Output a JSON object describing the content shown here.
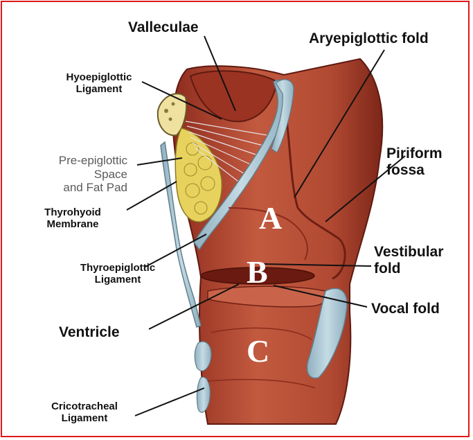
{
  "labels": {
    "valleculae": "Valleculae",
    "aryepiglottic_fold": "Aryepiglottic fold",
    "hyoepiglottic_ligament": [
      "Hyoepiglottic",
      "Ligament"
    ],
    "piriform_fossa": [
      "Piriform",
      "fossa"
    ],
    "pre_epiglottic": [
      "Pre-epiglottic",
      "Space",
      "and Fat Pad"
    ],
    "thyrohyoid_membrane": [
      "Thyrohyoid",
      "Membrane"
    ],
    "vestibular_fold": [
      "Vestibular",
      "fold"
    ],
    "thyroepiglottic_ligament": [
      "Thyroepiglottic",
      "Ligament"
    ],
    "vocal_fold": "Vocal fold",
    "ventricle": "Ventricle",
    "cricotracheal_ligament": [
      "Cricotracheal",
      "Ligament"
    ]
  },
  "region_letters": [
    "A",
    "B",
    "C"
  ],
  "colors": {
    "border": "#e01818",
    "tissue": "#b8452e",
    "tissue_dark": "#7a2318",
    "cartilage": "#a9c3cf",
    "fat": "#e7d25e"
  }
}
